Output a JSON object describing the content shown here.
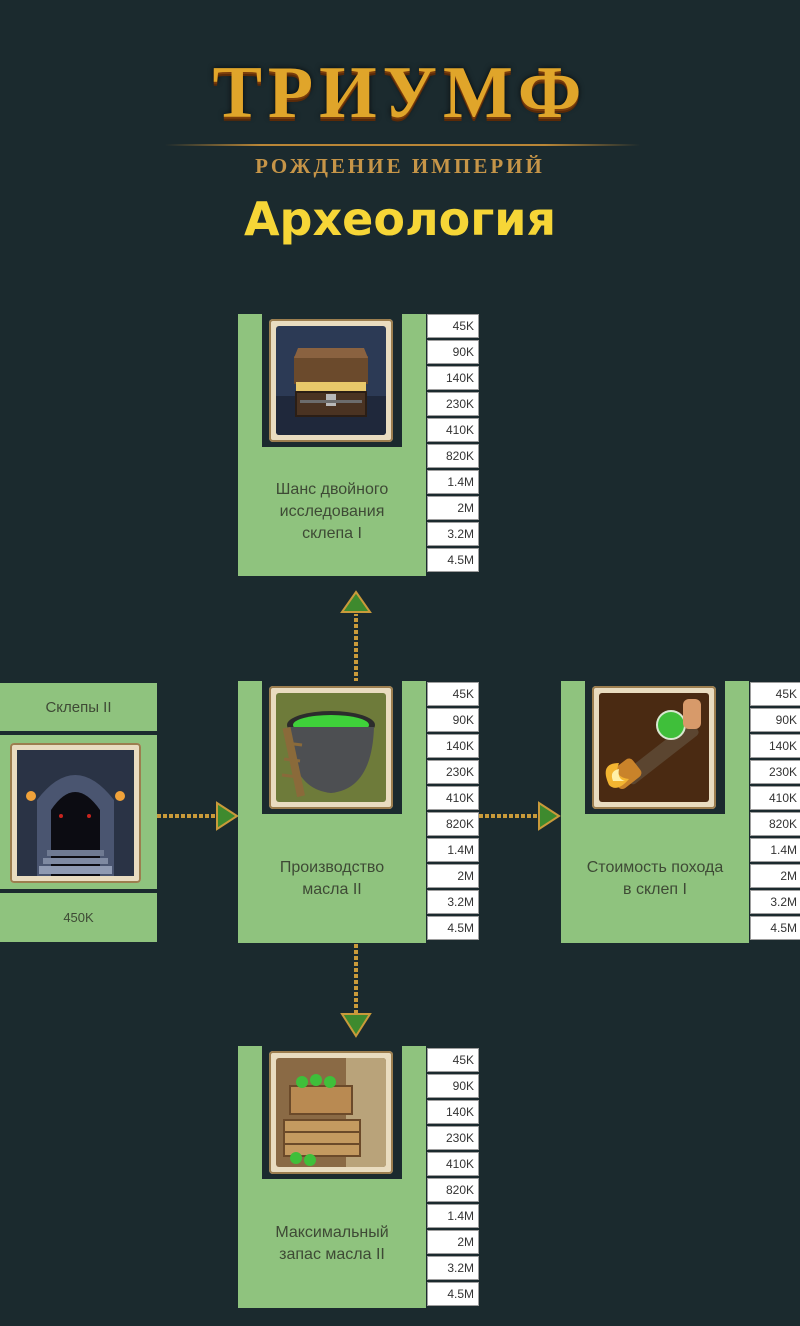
{
  "logo": {
    "title": "ТРИУМФ",
    "subtitle": "РОЖДЕНИЕ ИМПЕРИЙ"
  },
  "page_title": "Археология",
  "prerequisite": {
    "title": "Склепы II",
    "cost": "450K"
  },
  "price_tiers": [
    "45K",
    "90K",
    "140K",
    "230K",
    "410K",
    "820K",
    "1.4M",
    "2M",
    "3.2M",
    "4.5M"
  ],
  "skills": {
    "top": {
      "label": "Шанс двойного\nисследования\nсклепа I"
    },
    "center": {
      "label": "Производство\nмасла II"
    },
    "right": {
      "label": "Стоимость похода\nв склеп I"
    },
    "bottom": {
      "label": "Максимальный\nзапас масла II"
    }
  },
  "colors": {
    "background": "#1b2a2e",
    "panel_green": "#8fc37e",
    "title_yellow": "#f6d637",
    "logo_gold": "#e0a52a"
  }
}
